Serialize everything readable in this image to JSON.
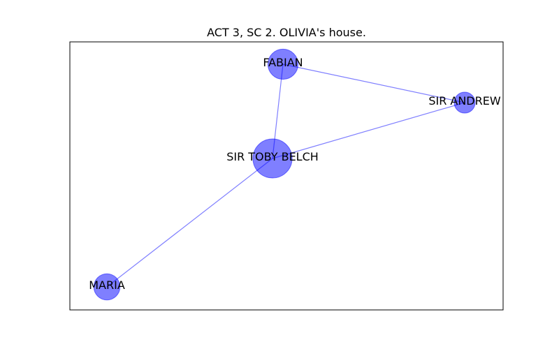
{
  "title": "ACT 3, SC 2. OLIVIA's house.",
  "colors": {
    "node_fill": "#0000ff",
    "edge": "#0000ff",
    "frame": "#000000"
  },
  "graph": {
    "nodes": [
      {
        "id": "fabian",
        "label": "FABIAN",
        "weight": 3
      },
      {
        "id": "sir_andrew",
        "label": "SIR ANDREW",
        "weight": 1
      },
      {
        "id": "sir_toby_belch",
        "label": "SIR TOBY BELCH",
        "weight": 6
      },
      {
        "id": "maria",
        "label": "MARIA",
        "weight": 2
      }
    ],
    "edges": [
      {
        "source": "fabian",
        "target": "sir_andrew"
      },
      {
        "source": "fabian",
        "target": "sir_toby_belch"
      },
      {
        "source": "sir_andrew",
        "target": "sir_toby_belch"
      },
      {
        "source": "sir_toby_belch",
        "target": "maria"
      }
    ]
  }
}
